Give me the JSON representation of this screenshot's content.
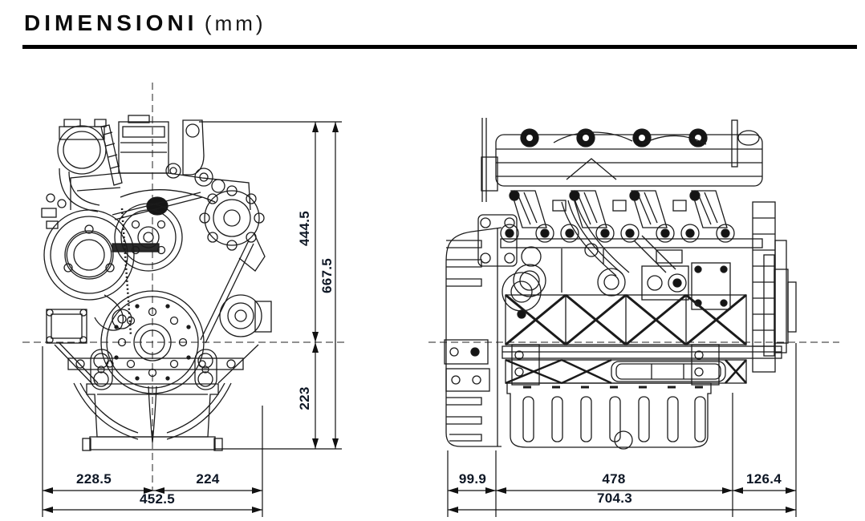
{
  "title": {
    "label": "DIMENSIONI",
    "unit": "(mm)"
  },
  "colors": {
    "line_art": "#1b1b1b",
    "dimension_lines": "#111111",
    "dimension_text": "#0d1624",
    "background": "#ffffff"
  },
  "views": {
    "front": {
      "name": "front-view",
      "dimensions": {
        "width_left": "228.5",
        "width_right": "224",
        "width_total": "452.5",
        "height_top_to_center": "444.5",
        "height_total": "667.5",
        "height_center_to_bottom": "223"
      }
    },
    "side": {
      "name": "side-view",
      "dimensions": {
        "rear_overhang": "99.9",
        "block_length": "478",
        "front_overhang": "126.4",
        "length_total": "704.3"
      }
    }
  }
}
